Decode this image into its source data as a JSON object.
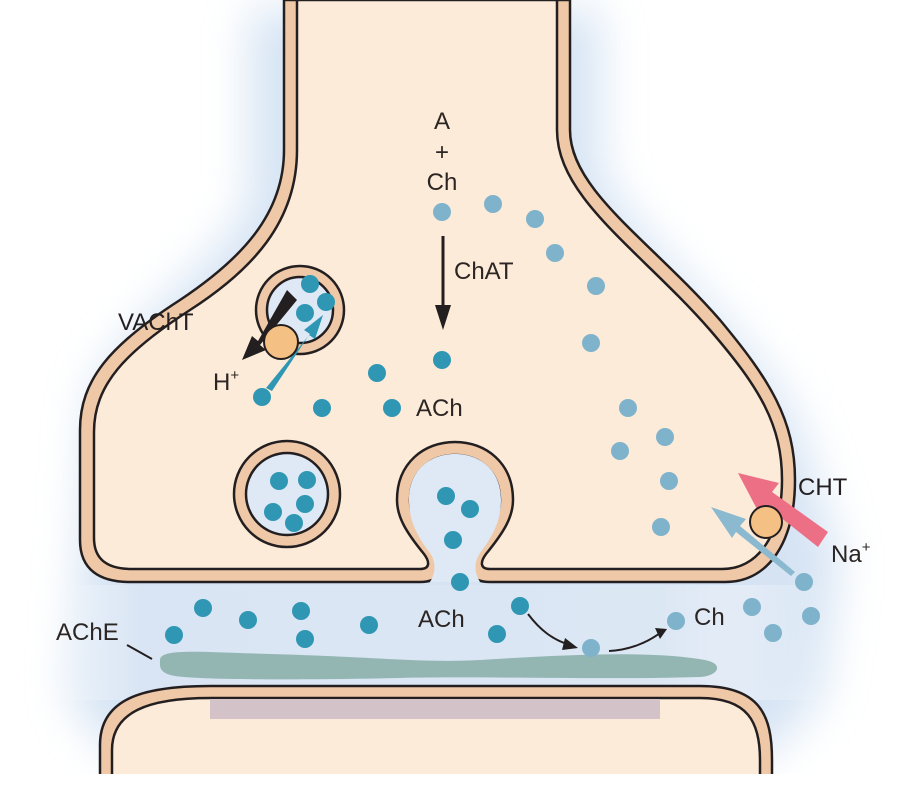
{
  "title": "Cholinergic synapse: acetylcholine synthesis, storage, release and recycling",
  "labels": {
    "precursor_a": "A",
    "precursor_plus": "+",
    "precursor_ch": "Ch",
    "enzyme_chat": "ChAT",
    "ach_cytosol": "ACh",
    "vacht": "VAChT",
    "proton": "H",
    "proton_charge": "+",
    "cht": "CHT",
    "sodium": "Na",
    "sodium_charge": "+",
    "ach_cleft": "ACh",
    "ache": "AChE",
    "choline_cleft": "Ch"
  },
  "legend_semantics": {
    "dark_teal_dot": "acetylcholine (ACh)",
    "light_blue_dot": "choline (Ch)",
    "orange_circle": "transporter protein"
  },
  "colors": {
    "cytoplasm": "#fdebd9",
    "membrane": "#efc8a8",
    "membrane_outline": "#231f20",
    "vesicle_lumen": "#dfe9f5",
    "ach_dot": "#2f97b3",
    "choline_dot": "#7fb3cb",
    "transporter": "#f4c083",
    "proton_arrow": "#231f20",
    "sodium_arrow": "#ec6f85",
    "choline_uptake_arrow": "#8bbad0",
    "ach_uptake_arrow": "#2f97b3",
    "ache_enzyme": "#94b6b2",
    "receptor_band": "#d3c3c9",
    "cleft_glow": "#d6e3f3"
  }
}
